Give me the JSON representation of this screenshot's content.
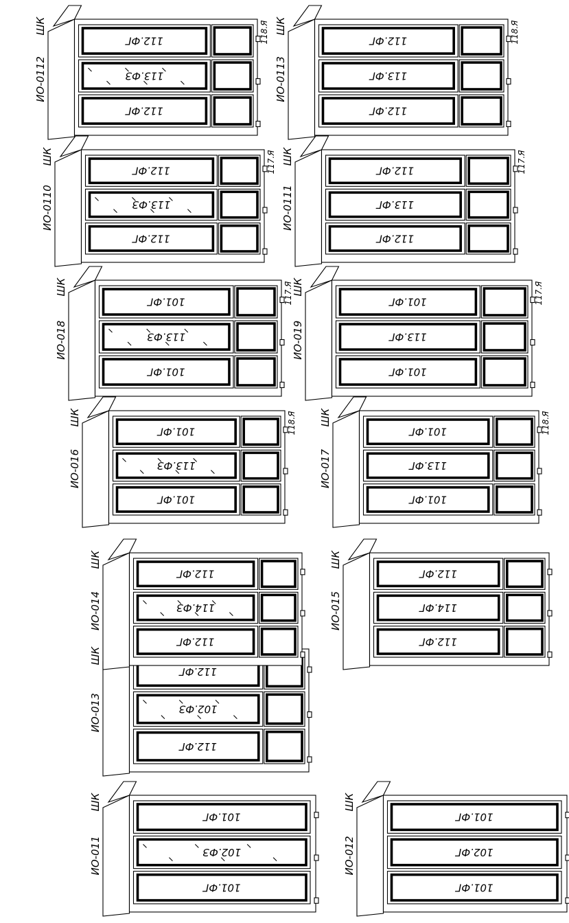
{
  "sheet": {
    "cabinets": [
      {
        "id": "cab-011",
        "code": "ИО-011",
        "type": "ШК",
        "upper": "101.ФГ",
        "middle": "102.ФЗ",
        "lower": "101.ФГ",
        "glass": true,
        "side": "",
        "drawers": 0,
        "panels": 0
      },
      {
        "id": "cab-013",
        "code": "ИО-013",
        "type": "ШК",
        "upper": "112.ФГ",
        "middle": "102.ФЗ",
        "lower": "112.ФГ",
        "glass": true,
        "side": "",
        "drawers": 0,
        "panels": 2
      },
      {
        "id": "cab-014",
        "code": "ИО-014",
        "type": "ШК",
        "upper": "112.ФГ",
        "middle": "114.ФЗ",
        "lower": "112.ФГ",
        "glass": true,
        "side": "",
        "drawers": 0,
        "panels": 3
      },
      {
        "id": "cab-016",
        "code": "ИО-016",
        "type": "ШК",
        "upper": "101.ФГ",
        "middle": "113.ФЗ",
        "lower": "101.ФГ",
        "glass": true,
        "side": "118.Я",
        "drawers": 2,
        "panels": 0
      },
      {
        "id": "cab-018",
        "code": "ИО-018",
        "type": "ШК",
        "upper": "101.ФГ",
        "middle": "113.ФЗ",
        "lower": "101.ФГ",
        "glass": true,
        "side": "117.Я",
        "drawers": 1,
        "panels": 0
      },
      {
        "id": "cab-0110",
        "code": "ИО-0110",
        "type": "ШК",
        "upper": "112.ФГ",
        "middle": "113.ФЗ",
        "lower": "112.ФГ",
        "glass": true,
        "side": "117.Я",
        "drawers": 1,
        "panels": 2
      },
      {
        "id": "cab-0112",
        "code": "ИО-0112",
        "type": "ШК",
        "upper": "112.ФГ",
        "middle": "113.ФЗ",
        "lower": "112.ФГ",
        "glass": true,
        "side": "118.Я",
        "drawers": 2,
        "panels": 2
      },
      {
        "id": "cab-012",
        "code": "ИО-012",
        "type": "ШК",
        "upper": "101.ФГ",
        "middle": "102.ФГ",
        "lower": "101.ФГ",
        "glass": false,
        "side": "",
        "drawers": 0,
        "panels": 0
      },
      {
        "id": "cab-015",
        "code": "ИО-015",
        "type": "ШК",
        "upper": "112.ФГ",
        "middle": "114.ФГ",
        "lower": "112.ФГ",
        "glass": false,
        "side": "",
        "drawers": 0,
        "panels": 1
      },
      {
        "id": "cab-017",
        "code": "ИО-017",
        "type": "ШК",
        "upper": "101.ФГ",
        "middle": "113.ФГ",
        "lower": "101.ФГ",
        "glass": false,
        "side": "118.Я",
        "drawers": 2,
        "panels": 0
      },
      {
        "id": "cab-019",
        "code": "ИО-019",
        "type": "ШК",
        "upper": "101.ФГ",
        "middle": "113.ФГ",
        "lower": "101.ФГ",
        "glass": false,
        "side": "117.Я",
        "drawers": 1,
        "panels": 0
      },
      {
        "id": "cab-0111",
        "code": "ИО-0111",
        "type": "ШК",
        "upper": "112.ФГ",
        "middle": "113.ФГ",
        "lower": "112.ФГ",
        "glass": false,
        "side": "117.Я",
        "drawers": 1,
        "panels": 2
      },
      {
        "id": "cab-0113",
        "code": "ИО-0113",
        "type": "ШК",
        "upper": "112.ФГ",
        "middle": "113.ФГ",
        "lower": "112.ФГ",
        "glass": false,
        "side": "118.Я",
        "drawers": 2,
        "panels": 2
      }
    ]
  }
}
